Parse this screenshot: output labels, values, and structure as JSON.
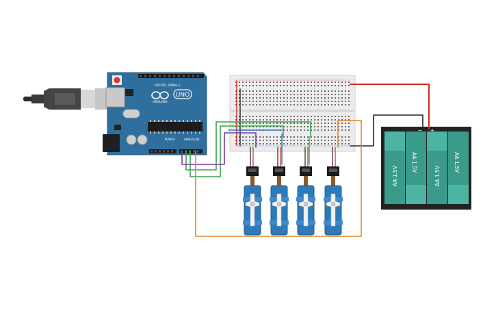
{
  "arduino": {
    "brand": "ARDUINO",
    "model": "UNO",
    "digital_label": "DIGITAL (PWM~)",
    "power_label": "POWER",
    "analog_label": "ANALOG IN"
  },
  "battery": {
    "cells": [
      "AA 1.5V",
      "AA 1.5V",
      "AA 1.5V",
      "AA 1.5V"
    ],
    "minus_label": "−",
    "plus_label": "+"
  },
  "servos": {
    "count": 4
  },
  "colors": {
    "wire_red": "#d3281f",
    "wire_black": "#222222",
    "wire_green": "#3aa14a",
    "wire_blue": "#2f7fc1",
    "wire_purple": "#7c3aa8",
    "wire_orange": "#e0892a",
    "board_blue": "#2f6f9e",
    "servo_blue": "#2e79b8",
    "battery_teal": "#3a9b8b"
  }
}
